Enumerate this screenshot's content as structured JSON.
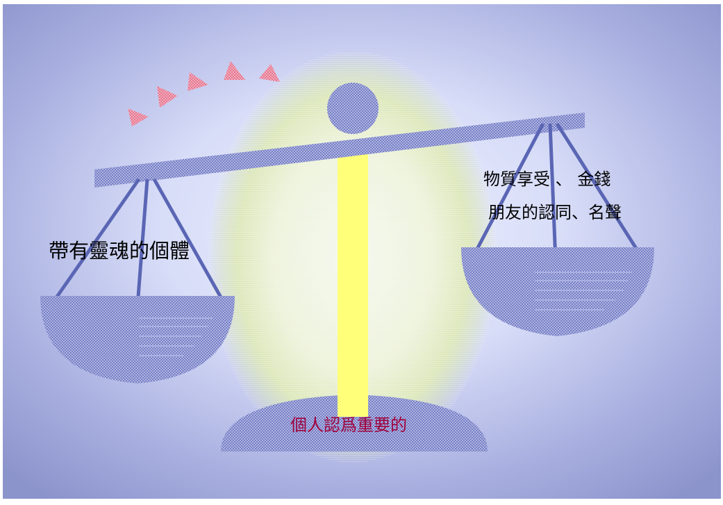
{
  "labels": {
    "left_pan": "帶有靈魂的個體",
    "right_pan_line1": "物質享受 、 金錢",
    "right_pan_line2": "朋友的認同、名聲",
    "base": "個人認爲重要的"
  },
  "colors": {
    "background_edge": "#8c94cc",
    "background_center": "#e8ecff",
    "scale_blue": "#5a66b4",
    "pole_yellow": "#ffff7a",
    "glow_green": "#dfe8c0",
    "triangle_red": "#e0607a",
    "base_text": "#a0003a"
  }
}
